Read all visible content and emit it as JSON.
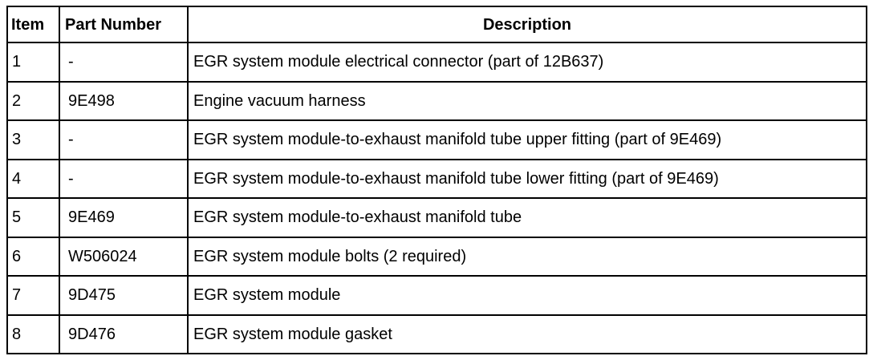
{
  "table": {
    "headers": {
      "item": "Item",
      "part_number": "Part Number",
      "description": "Description"
    },
    "rows": [
      {
        "item": "1",
        "part_number": "-",
        "description": "EGR system module electrical connector (part of 12B637)"
      },
      {
        "item": "2",
        "part_number": "9E498",
        "description": "Engine vacuum harness"
      },
      {
        "item": "3",
        "part_number": "-",
        "description": "EGR system module-to-exhaust manifold tube upper fitting (part of 9E469)"
      },
      {
        "item": "4",
        "part_number": "-",
        "description": "EGR system module-to-exhaust manifold tube lower fitting (part of 9E469)"
      },
      {
        "item": "5",
        "part_number": "9E469",
        "description": "EGR system module-to-exhaust manifold tube"
      },
      {
        "item": "6",
        "part_number": "W506024",
        "description": "EGR system module bolts (2 required)"
      },
      {
        "item": "7",
        "part_number": "9D475",
        "description": "EGR system module"
      },
      {
        "item": "8",
        "part_number": "9D476",
        "description": "EGR system module gasket"
      }
    ]
  }
}
